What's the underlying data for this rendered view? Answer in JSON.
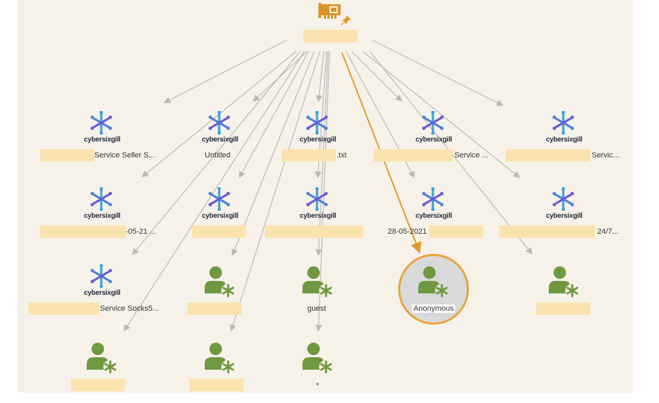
{
  "colors": {
    "edge": "#b8b8b8",
    "edge_highlight": "#e39a2a",
    "redaction": "#fbe3b0",
    "person_icon": "#6f9940",
    "brand_blue": "#3aa0dc",
    "brand_purple": "#6a5ad6",
    "root_icon": "#d9952c"
  },
  "icons": {
    "root": "network-card-icon",
    "pin": "pin-icon",
    "source": "cybersixgill-logo",
    "user": "user-star-icon"
  },
  "brand_text": "cybersixgill",
  "nodes": {
    "n11": {
      "text": "Service Seller S..."
    },
    "n12": {
      "text": "Untitled"
    },
    "n13": {
      "text": ".txt"
    },
    "n14": {
      "text": "Service ..."
    },
    "n15": {
      "text": "Servic..."
    },
    "n21": {
      "text": "-05-21 ..."
    },
    "n24": {
      "text": "28-05-2021"
    },
    "n25": {
      "text": "24/7..."
    },
    "n31": {
      "text": "Service Socks5..."
    },
    "n33": {
      "text": "guest"
    },
    "n34": {
      "text": "Anonymous"
    },
    "n43": {
      "text": "+"
    }
  }
}
